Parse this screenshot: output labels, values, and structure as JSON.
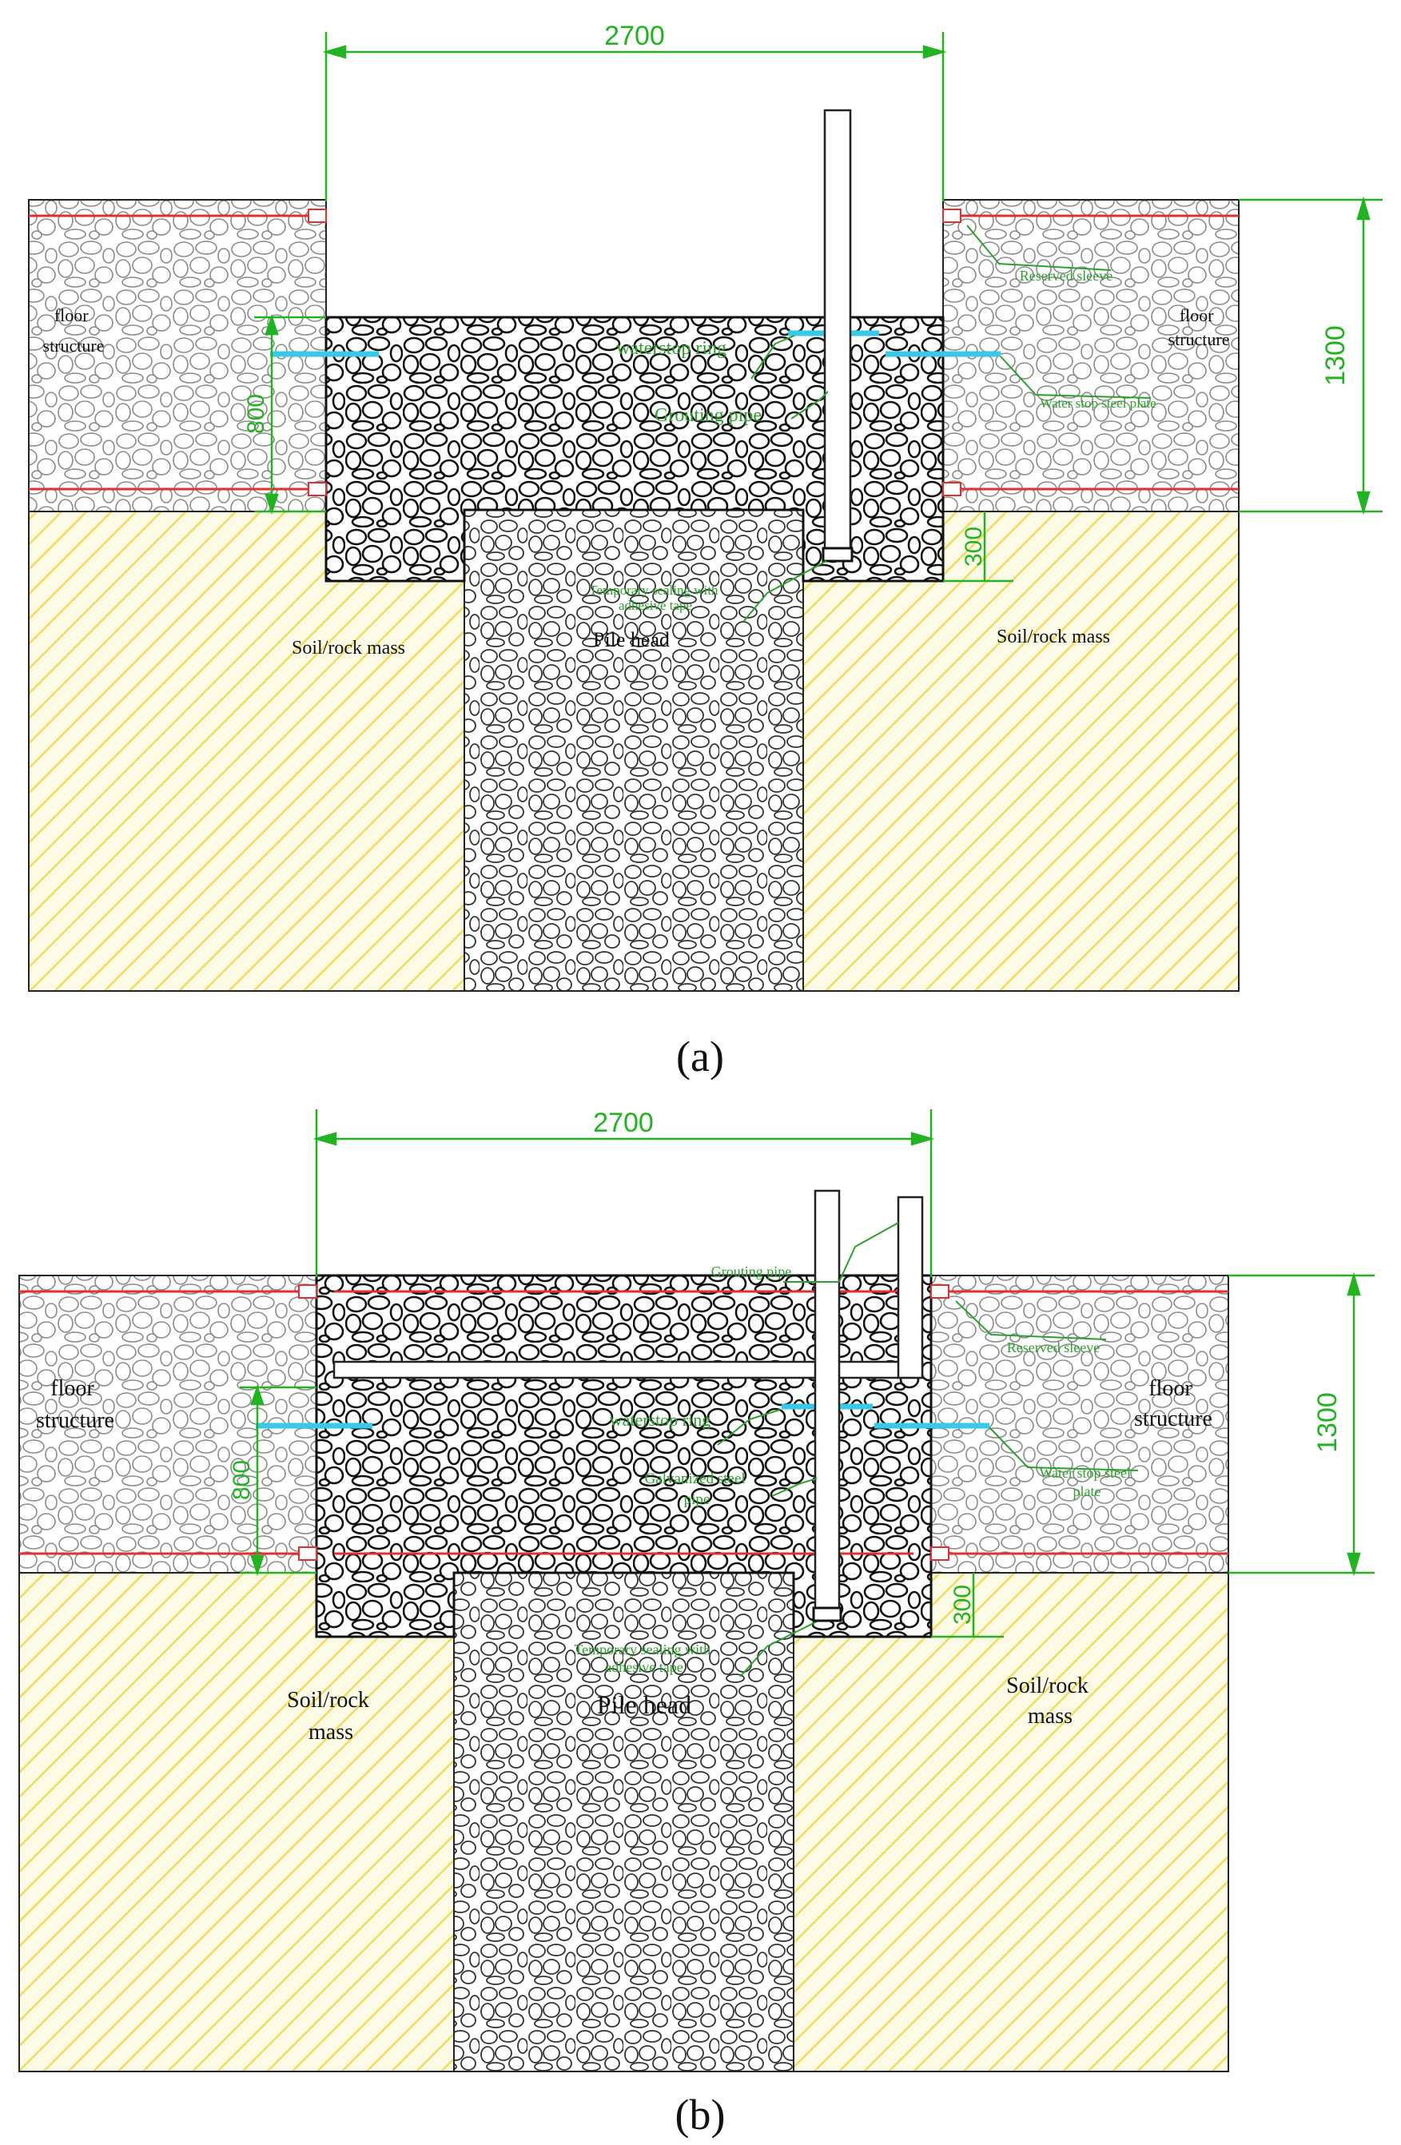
{
  "panel_a": {
    "caption": "(a)",
    "dim_width": "2700",
    "dim_height": "1300",
    "dim_800": "800",
    "dim_300": "300",
    "floor_left": [
      "floor",
      "structure"
    ],
    "floor_right": [
      "floor",
      "structure"
    ],
    "soil_left": [
      "Soil/rock mass"
    ],
    "soil_right": [
      "Soil/rock mass"
    ],
    "pile_head": "Pile head",
    "waterstop_ring": "waterstop ring",
    "grouting_pipe": "Grouting pipe",
    "temporary_sealing": [
      "Temporary sealing with",
      "adhesive tape"
    ],
    "reserved_sleeve": "Reserved sleeve",
    "water_stop_steel_plate": [
      "Water stop steel plate"
    ]
  },
  "panel_b": {
    "caption": "(b)",
    "dim_width": "2700",
    "dim_height": "1300",
    "dim_800": "800",
    "dim_300": "300",
    "floor_left": [
      "floor",
      "structure"
    ],
    "floor_right": [
      "floor",
      "structure"
    ],
    "soil_left": [
      "Soil/rock",
      "mass"
    ],
    "soil_right": [
      "Soil/rock",
      "mass"
    ],
    "pile_head": "Pile head",
    "waterstop_ring": "waterstop ring",
    "grouting_pipe": "Grouting pipe",
    "galvanized_steel_pipe": [
      "Galvanized steel",
      "pipe"
    ],
    "temporary_sealing": [
      "Temporary sealing with",
      "adhesive tape"
    ],
    "reserved_sleeve": "Reserved sleeve",
    "water_stop_steel_plate": [
      "Water stop steel",
      "plate"
    ]
  },
  "colors": {
    "dimension": "#22b322",
    "annotation": "#2ca02c",
    "rebar": "#e03030",
    "waterstop": "#38c8e8",
    "soil_hatch": "#f0dc5a",
    "soil_fill": "#fdfbe6",
    "outline": "#222222"
  }
}
